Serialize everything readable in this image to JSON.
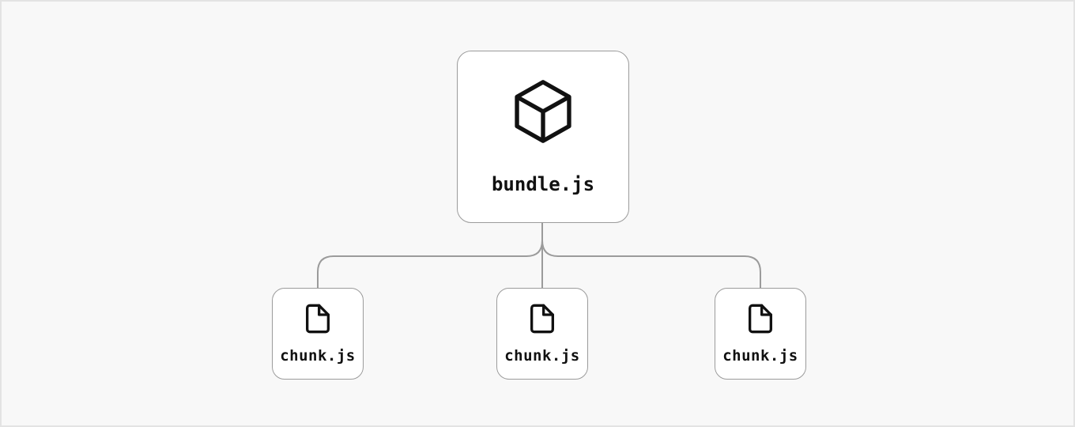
{
  "diagram": {
    "root": {
      "label": "bundle.js",
      "icon": "cube-icon"
    },
    "children": [
      {
        "label": "chunk.js",
        "icon": "file-icon"
      },
      {
        "label": "chunk.js",
        "icon": "file-icon"
      },
      {
        "label": "chunk.js",
        "icon": "file-icon"
      }
    ],
    "edges": [
      {
        "from": "bundle.js",
        "to": "chunk.js (left)"
      },
      {
        "from": "bundle.js",
        "to": "chunk.js (middle)"
      },
      {
        "from": "bundle.js",
        "to": "chunk.js (right)"
      }
    ]
  },
  "colors": {
    "background": "#f8f8f8",
    "canvas_border": "#e3e3e3",
    "node_border": "#9b9b9b",
    "connector": "#9b9b9b",
    "node_background": "#ffffff",
    "text": "#111111",
    "icon_stroke": "#111111"
  }
}
